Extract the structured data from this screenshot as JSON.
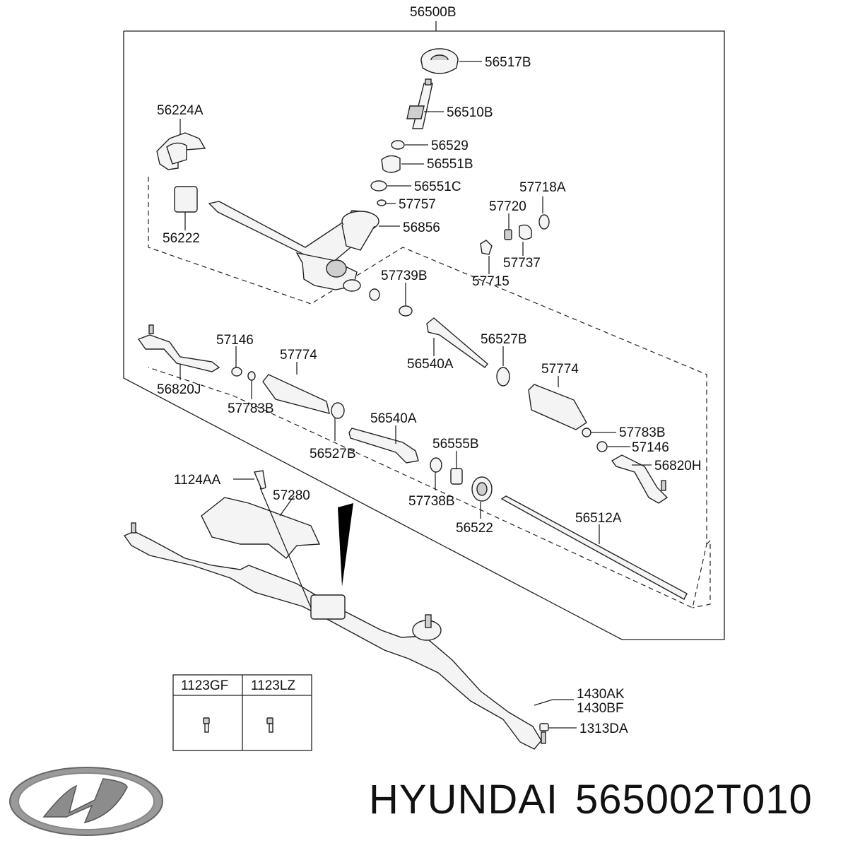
{
  "labels": {
    "assembly": "56500B",
    "p56517B": "56517B",
    "p56510B": "56510B",
    "p56224A": "56224A",
    "p56529": "56529",
    "p56551B": "56551B",
    "p56551C": "56551C",
    "p57718A": "57718A",
    "p57757": "57757",
    "p57720": "57720",
    "p56856": "56856",
    "p56222": "56222",
    "p57737": "57737",
    "p57739B": "57739B",
    "p57715": "57715",
    "p57146_left": "57146",
    "p57774_left": "57774",
    "p56527B_right": "56527B",
    "p56540A_upper": "56540A",
    "p57774_right": "57774",
    "p56820J": "56820J",
    "p57783B_left": "57783B",
    "p56540A_lower": "56540A",
    "p57783B_right": "57783B",
    "p56527B_left": "56527B",
    "p56555B": "56555B",
    "p57146_right": "57146",
    "p56820H": "56820H",
    "p1124AA": "1124AA",
    "p57280": "57280",
    "p57738B": "57738B",
    "p56522": "56522",
    "p56512A": "56512A",
    "p1430AK": "1430AK",
    "p1430BF": "1430BF",
    "p1313DA": "1313DA"
  },
  "fastener_table": {
    "columns": [
      "1123GF",
      "1123LZ"
    ]
  },
  "footer": {
    "brand": "HYUNDAI",
    "part_number": "565002T010"
  },
  "icons": {
    "logo": "hyundai-logo"
  }
}
